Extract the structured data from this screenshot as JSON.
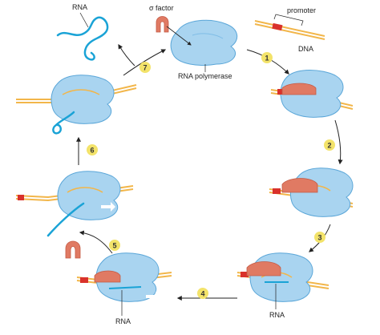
{
  "labels": {
    "rna_top": "RNA",
    "sigma_factor": "σ factor",
    "promoter": "promoter",
    "dna": "DNA",
    "rna_polymerase": "RNA polymerase",
    "rna_stage3": "RNA",
    "rna_stage4": "RNA"
  },
  "steps": [
    "1",
    "2",
    "3",
    "4",
    "5",
    "6",
    "7"
  ],
  "colors": {
    "polymerase_fill": "#a9d4f0",
    "polymerase_stroke": "#5aa6d8",
    "dna_strand": "#f2b64a",
    "sigma_factor": "#e07a63",
    "promoter_mark": "#d9312b",
    "rna": "#1aa3d6",
    "step_badge": "#f3e36a",
    "arrow": "#222222"
  }
}
